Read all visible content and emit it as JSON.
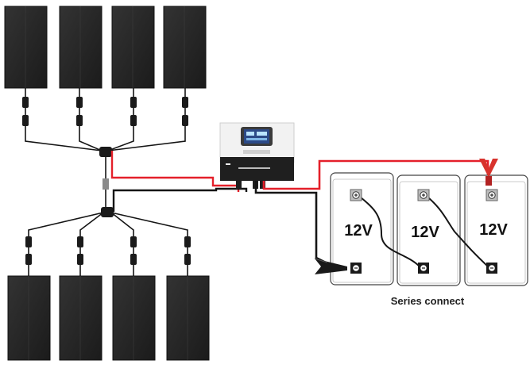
{
  "colors": {
    "panel": "#262626",
    "panel_edge": "#111111",
    "wire_black": "#151515",
    "wire_red": "#e4202a",
    "battery_body": "#ffffff",
    "battery_edge": "#444444",
    "controller_top": "#f2f2f2",
    "controller_bottom": "#1f1f1f",
    "lcd_bg": "#2c4a87",
    "lcd_text": "#b9e4ff",
    "clamp_red": "#d8332d",
    "clamp_black": "#1a1a1a"
  },
  "icons": {
    "positive_terminal": "plus-terminal-icon",
    "negative_terminal": "minus-terminal-icon",
    "red_clamp": "red-clamp-icon",
    "black_clamp": "black-clamp-icon"
  },
  "solar_array": {
    "top_row_count": 4,
    "bottom_row_count": 4
  },
  "batteries": [
    {
      "voltage_label": "12V"
    },
    {
      "voltage_label": "12V"
    },
    {
      "voltage_label": "12V"
    }
  ],
  "caption": "Series connect"
}
